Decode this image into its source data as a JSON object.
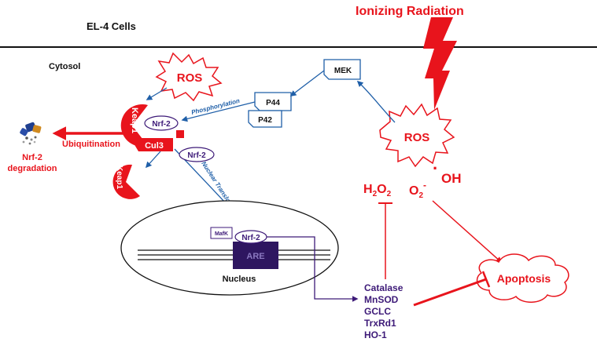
{
  "labels": {
    "cell_type": "EL-4 Cells",
    "radiation": "Ionizing Radiation",
    "cytosol": "Cytosol",
    "ros_top": "ROS",
    "ros_right": "ROS",
    "mek": "MEK",
    "p44": "P44",
    "p42": "P42",
    "phosphorylation": "Phosphorylation",
    "nrf2_complex": "Nrf-2",
    "keap1_complex": "Keap1",
    "cul3": "Cul3",
    "keap1_free": "Keap1",
    "ubiquitination": "Ubiquitination",
    "degradation_line1": "Nrf-2",
    "degradation_line2": "degradation",
    "nrf2_free": "Nrf-2",
    "nuclear_translocation": "Nuclear Translocation",
    "mafk": "MafK",
    "nrf2_nuclear": "Nrf-2",
    "are": "ARE",
    "nucleus": "Nucleus",
    "h2o2_main": "H",
    "h2o2_sub1": "2",
    "h2o2_o": "O",
    "h2o2_sub2": "2",
    "superoxide_main": "O",
    "superoxide_sub": "2",
    "superoxide_sup": "-",
    "radical_dot": "·",
    "hydroxyl": "OH",
    "apoptosis": "Apoptosis",
    "genes": [
      "Catalase",
      "MnSOD",
      "GCLC",
      "TrxRd1",
      "HO-1"
    ]
  },
  "colors": {
    "red": "#e8141c",
    "blue": "#1f5fa8",
    "purple": "#3d1a78",
    "are_fill": "#2e1660",
    "black": "#111111"
  }
}
